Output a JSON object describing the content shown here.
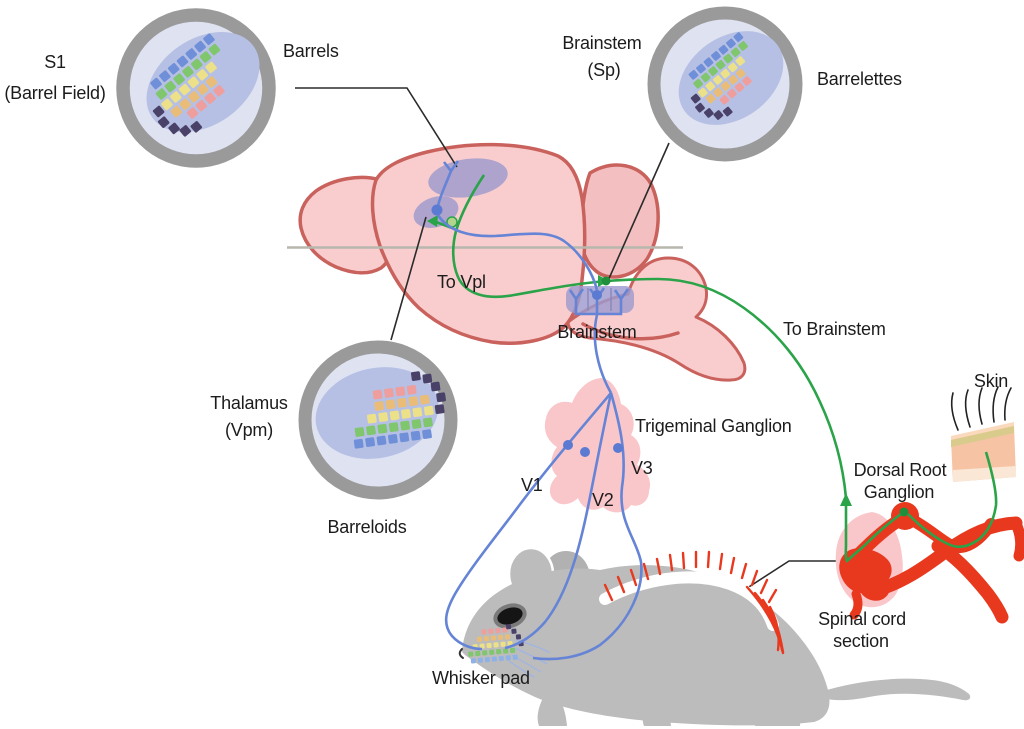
{
  "figure": {
    "type": "anatomical-diagram",
    "subject": "Mouse whisker somatosensory pathway"
  },
  "insets": {
    "s1": {
      "region_line1": "S1",
      "region_line2": "(Barrel Field)",
      "structure": "Barrels"
    },
    "brainstem": {
      "region_line1": "Brainstem",
      "region_line2": "(Sp)",
      "structure": "Barrelettes"
    },
    "thalamus": {
      "region_line1": "Thalamus",
      "region_line2": "(Vpm)",
      "structure": "Barreloids"
    }
  },
  "brain": {
    "to_vpl": "To Vpl",
    "brainstem_label": "Brainstem"
  },
  "pathways": {
    "to_brainstem": "To Brainstem"
  },
  "periphery": {
    "trigeminal_ganglion": "Trigeminal Ganglion",
    "v1": "V1",
    "v2": "V2",
    "v3": "V3",
    "whisker_pad": "Whisker pad",
    "skin": "Skin",
    "dorsal_root_line1": "Dorsal Root",
    "dorsal_root_line2": "Ganglion",
    "spinal_cord_line1": "Spinal cord",
    "spinal_cord_line2": "section"
  },
  "colors": {
    "pathway_green": "#2aa349",
    "pathway_blue": "#6584d6",
    "brain_fill": "#f9cdcd",
    "brain_outline": "#c9625d",
    "cerebellum_fill": "#f4bfc1",
    "region_purple": "#9e9bce",
    "ring_gray": "#9a9a9a",
    "inset_bg": "#dfe2f1",
    "inset_oval": "#b6c0e4",
    "barrel_blue": "#6f8fd8",
    "barrel_green": "#7fc66d",
    "barrel_yellow": "#ece188",
    "barrel_orange": "#e9bd78",
    "barrel_pink": "#ef9e9e",
    "barrel_dark": "#4a4168",
    "mouse_gray": "#bcbcbc",
    "nerve_red": "#e8391f",
    "skin_peach": "#f6c4a5",
    "midline_gray": "#b7b7ae",
    "connector_black": "#2b2b2b"
  }
}
